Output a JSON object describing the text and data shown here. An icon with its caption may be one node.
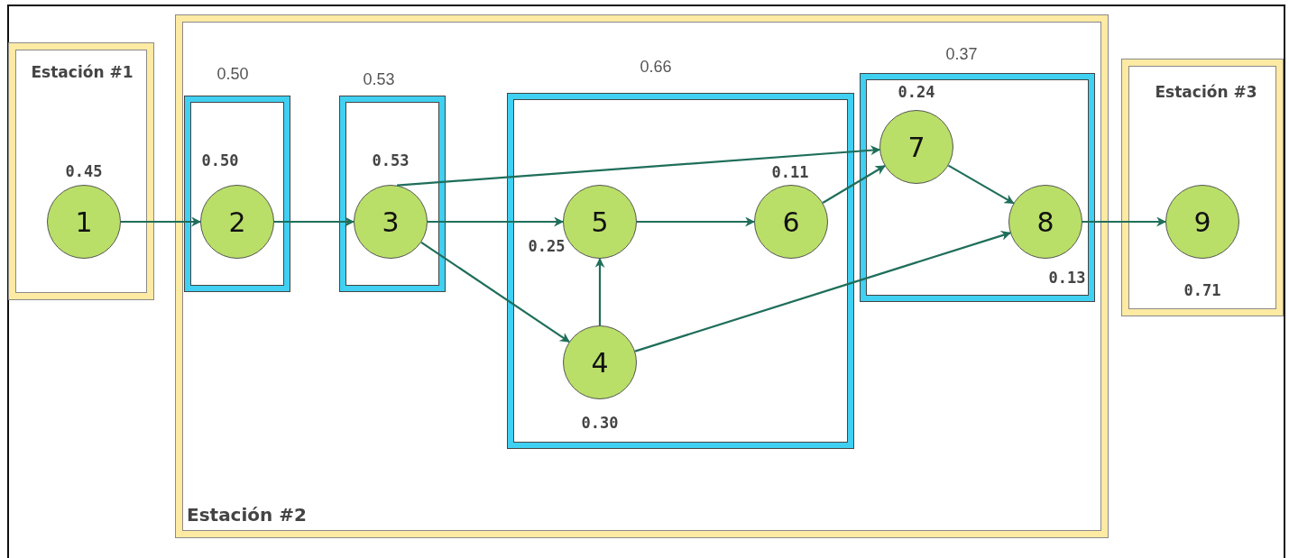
{
  "diagram": {
    "nodes": [
      {
        "text": [
          "Estación #1"
        ]
      },
      {
        "text": [
          "1"
        ],
        "in": 0,
        "beside": [
          "0.45"
        ]
      },
      {
        "text": [
          "Estación #2"
        ]
      },
      {
        "text": [
          "0.50"
        ],
        "in": 2
      },
      {
        "text": [
          "2"
        ],
        "in": 3,
        "beside": [
          "0.50"
        ]
      },
      {
        "text": [
          "0.53"
        ],
        "in": 2
      },
      {
        "text": [
          "3"
        ],
        "in": 5,
        "beside": [
          "0.53"
        ]
      },
      {
        "text": [
          "0.66"
        ],
        "in": 2
      },
      {
        "text": [
          "5"
        ],
        "in": 7,
        "beside": [
          "0.25"
        ]
      },
      {
        "text": [
          "6"
        ],
        "in": 7,
        "beside": [
          "0.11"
        ]
      },
      {
        "text": [
          "4"
        ],
        "in": 7,
        "beside": [
          "0.30"
        ]
      },
      {
        "text": [
          "0.37"
        ],
        "in": 2
      },
      {
        "text": [
          "7"
        ],
        "in": 11,
        "beside": [
          "0.24"
        ]
      },
      {
        "text": [
          "8"
        ],
        "in": 11,
        "beside": [
          "0.13"
        ]
      },
      {
        "text": [
          "Estación #3"
        ]
      },
      {
        "text": [
          "9"
        ],
        "in": 14,
        "beside": [
          "0.71"
        ]
      }
    ],
    "edges": [
      {
        "from": 1,
        "to": 4,
        "arrow": "to"
      },
      {
        "from": 4,
        "to": 6,
        "arrow": "to"
      },
      {
        "from": 6,
        "to": 8,
        "arrow": "to"
      },
      {
        "from": 6,
        "to": 10,
        "arrow": "to"
      },
      {
        "from": 6,
        "to": 12,
        "arrow": "to"
      },
      {
        "from": 10,
        "to": 8,
        "arrow": "to"
      },
      {
        "from": 8,
        "to": 9,
        "arrow": "to"
      },
      {
        "from": 9,
        "to": 12,
        "arrow": "to"
      },
      {
        "from": 10,
        "to": 13,
        "arrow": "to"
      },
      {
        "from": 12,
        "to": 13,
        "arrow": "to"
      },
      {
        "from": 13,
        "to": 15,
        "arrow": "to"
      }
    ]
  }
}
